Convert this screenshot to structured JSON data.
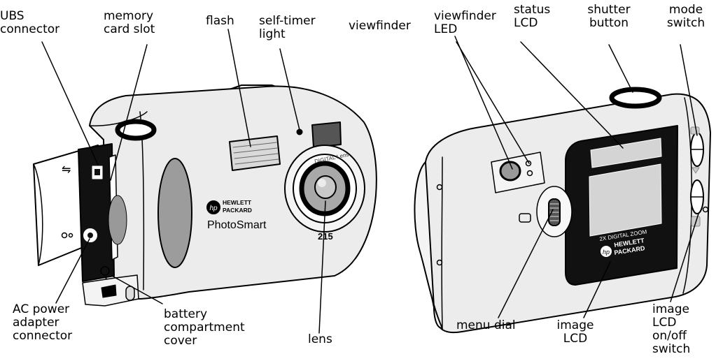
{
  "front_labels": {
    "usb_connector": "UBS\nconnector",
    "memory_card_slot": "memory\ncard slot",
    "flash": "flash",
    "self_timer_light": "self-timer\nlight",
    "ac_power_adapter": "AC power\nadapter\nconnector",
    "battery_cover": "battery\ncompartment\ncover",
    "lens": "lens"
  },
  "back_labels": {
    "viewfinder": "viewfinder",
    "viewfinder_led": "viewfinder\nLED",
    "status_lcd": "status\nLCD",
    "shutter_button": "shutter\nbutton",
    "mode_switch": "mode\nswitch",
    "menu_dial": "menu dial",
    "image_lcd": "image\nLCD",
    "image_lcd_switch": "image LCD\non/off\nswitch"
  },
  "front_markings": {
    "brand_line1": "HEWLETT",
    "brand_line2": "PACKARD",
    "brand_logo": "hp",
    "product_name": "PhotoSmart",
    "model_number": "215",
    "lens_ring_text": "DIGITAL Lens"
  },
  "back_markings": {
    "zoom_text": "2X DIGITAL ZOOM",
    "brand_line1": "HEWLETT",
    "brand_line2": "PACKARD",
    "brand_logo": "hp"
  }
}
